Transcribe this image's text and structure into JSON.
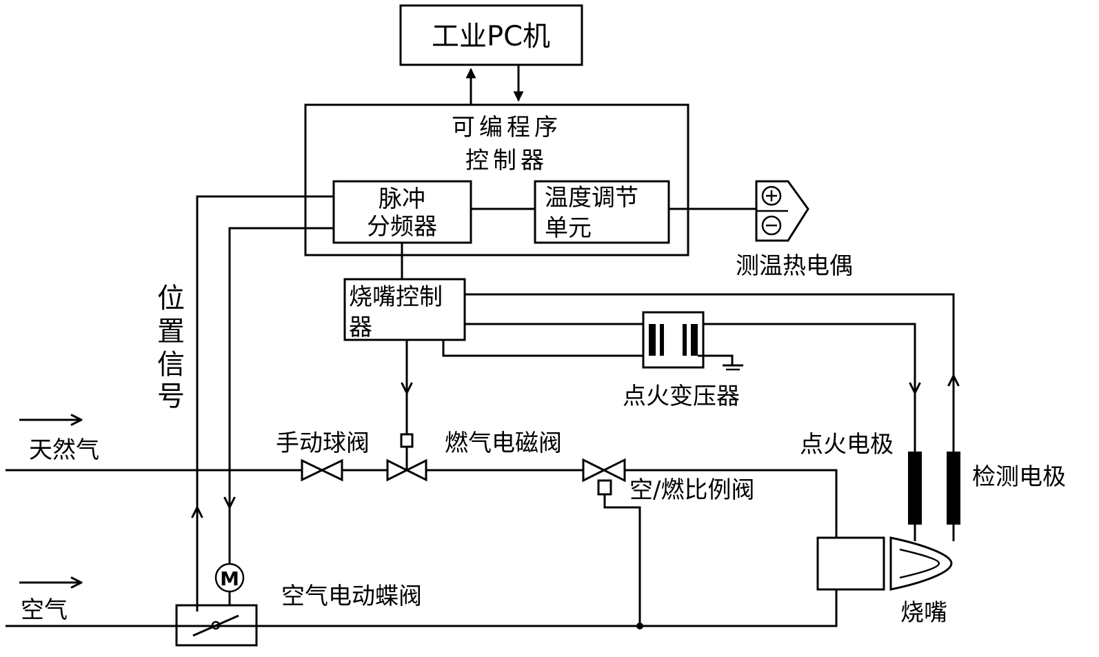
{
  "blocks": {
    "industrial_pc": "工业PC机",
    "plc_line1": "可编程序",
    "plc_line2": "控制器",
    "pulse_divider_line1": "脉冲",
    "pulse_divider_line2": "分频器",
    "temp_unit_line1": "温度调节",
    "temp_unit_line2": "单元",
    "burner_controller_line1": "烧嘴控制",
    "burner_controller_line2": "器"
  },
  "labels": {
    "thermocouple": "测温热电偶",
    "position_signal": [
      "位",
      "置",
      "信",
      "号"
    ],
    "ignition_transformer": "点火变压器",
    "natural_gas": "天然气",
    "air": "空气",
    "manual_ball_valve": "手动球阀",
    "gas_solenoid_valve": "燃气电磁阀",
    "ignition_electrode": "点火电极",
    "detection_electrode": "检测电极",
    "air_fuel_ratio_valve": "空/燃比例阀",
    "air_butterfly_valve": "空气电动蝶阀",
    "burner": "烧嘴",
    "motor_symbol": "M",
    "thermo_plus": "+",
    "thermo_minus": "−"
  },
  "colors": {
    "line": "#000000",
    "background": "#ffffff"
  }
}
